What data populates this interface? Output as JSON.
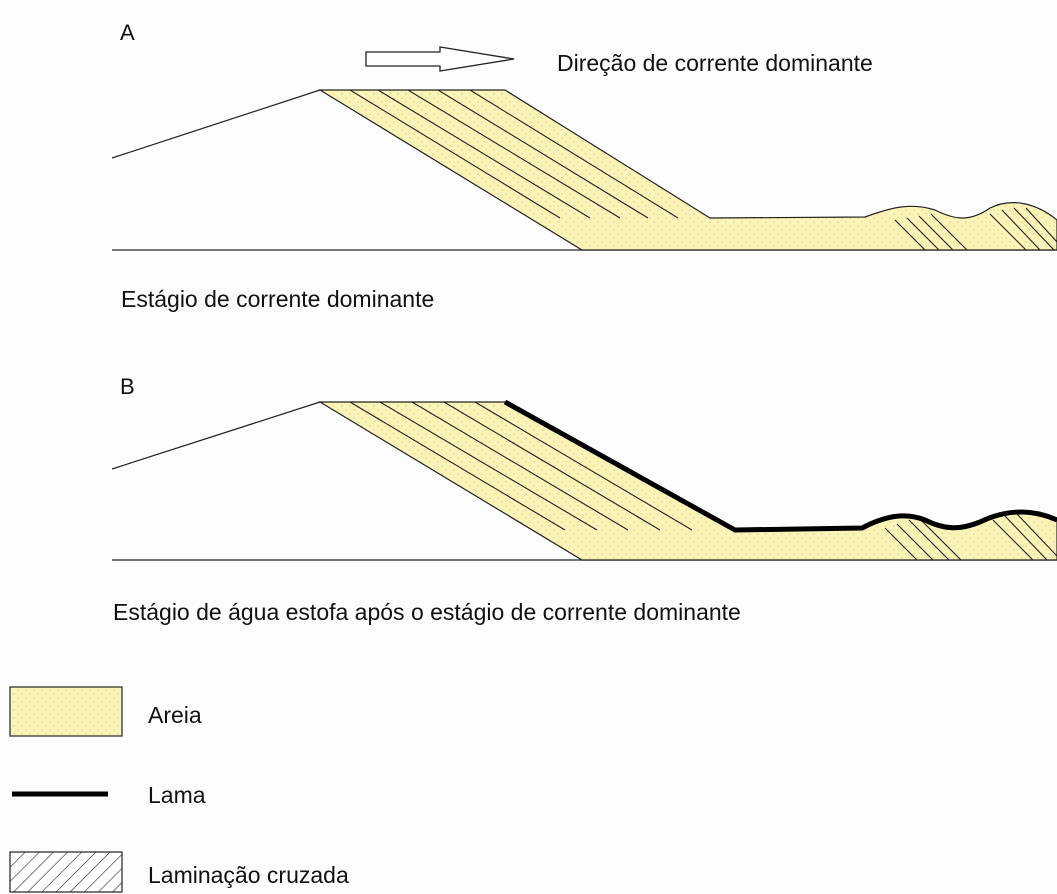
{
  "panel_a": {
    "letter": "A",
    "current_label": "Direção de corrente dominante",
    "caption": "Estágio de corrente dominante"
  },
  "panel_b": {
    "letter": "B",
    "caption": "Estágio de água estofa após o estágio de corrente dominante"
  },
  "legend": {
    "items": [
      {
        "label": "Areia",
        "icon": "sand-swatch-icon"
      },
      {
        "label": "Lama",
        "icon": "mud-line-icon"
      },
      {
        "label": "Laminação cruzada",
        "icon": "cross-lamination-icon"
      }
    ]
  },
  "colors": {
    "sand": "#fbf4b9",
    "sand_dots": "#d8cf8a",
    "line": "#222222",
    "mud": "#000000"
  }
}
